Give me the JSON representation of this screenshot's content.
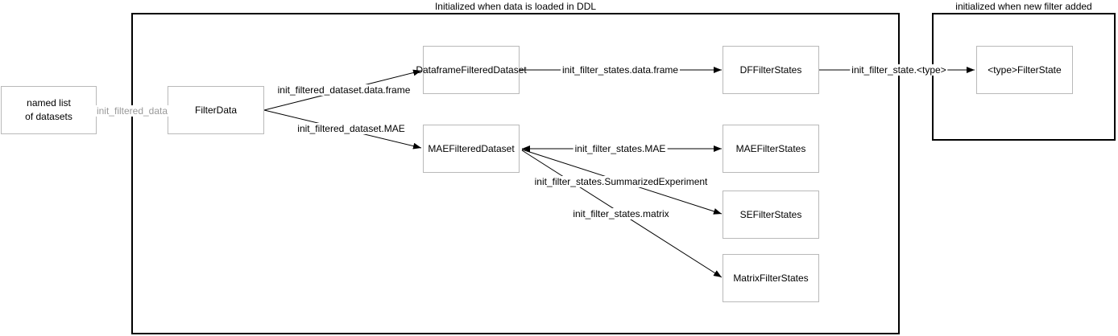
{
  "diagram": {
    "containers": {
      "ddl_title": "Initialized when data is loaded in DDL",
      "filter_title": "initialized when new filter added"
    },
    "nodes": {
      "named_list_line1": "named list",
      "named_list_line2": "of datasets",
      "filter_data": "FilterData",
      "dataframe_filtered_dataset": "DataframeFilteredDataset",
      "mae_filtered_dataset": "MAEFilteredDataset",
      "df_filter_states": "DFFilterStates",
      "mae_filter_states": "MAEFilterStates",
      "se_filter_states": "SEFilterStates",
      "matrix_filter_states": "MatrixFilterStates",
      "type_filter_state": "<type>FilterState"
    },
    "edge_labels": {
      "init_filtered_data": "init_filtered_data",
      "init_filtered_dataset_data_frame": "init_filtered_dataset.data.frame",
      "init_filtered_dataset_mae": "init_filtered_dataset.MAE",
      "init_filter_states_data_frame": "init_filter_states.data.frame",
      "init_filter_states_mae": "init_filter_states.MAE",
      "init_filter_states_summarized_experiment": "init_filter_states.SummarizedExperiment",
      "init_filter_states_matrix": "init_filter_states.matrix",
      "init_filter_state_type": "init_filter_state.<type>"
    },
    "colors": {
      "node_border": "#b9b9b9",
      "container_border": "#000000",
      "muted_label": "#999999",
      "text": "#000000",
      "background": "#ffffff"
    }
  }
}
